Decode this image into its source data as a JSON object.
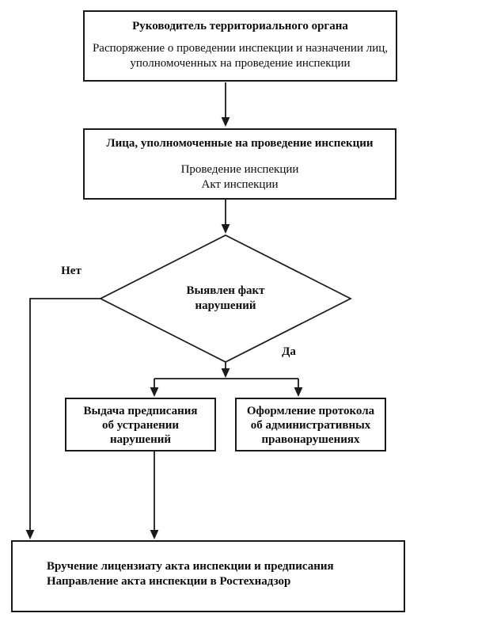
{
  "diagram": {
    "background_color": "#ffffff",
    "line_color": "#1a1a1a",
    "text_color": "#0d0d0d",
    "top_box": {
      "title": "Руководитель территориального органа",
      "body_line1": "Распоряжение о проведении инспекции и назначении лиц,",
      "body_line2": "уполномоченных на проведение инспекции"
    },
    "inspectors_box": {
      "title": "Лица, уполномоченные на проведение инспекции",
      "body_line1": "Проведение инспекции",
      "body_line2": "Акт инспекции"
    },
    "decision": {
      "text_line1": "Выявлен факт",
      "text_line2": "нарушений",
      "no_label": "Нет",
      "yes_label": "Да"
    },
    "prescription_box": {
      "line1": "Выдача предписания",
      "line2": "об устранении",
      "line3": "нарушений"
    },
    "protocol_box": {
      "line1": "Оформление протокола",
      "line2": "об административных",
      "line3": "правонарушениях"
    },
    "final_box": {
      "line1": "Вручение лицензиату акта инспекции и предписания",
      "line2": "Направление акта инспекции в Ростехнадзор"
    }
  }
}
